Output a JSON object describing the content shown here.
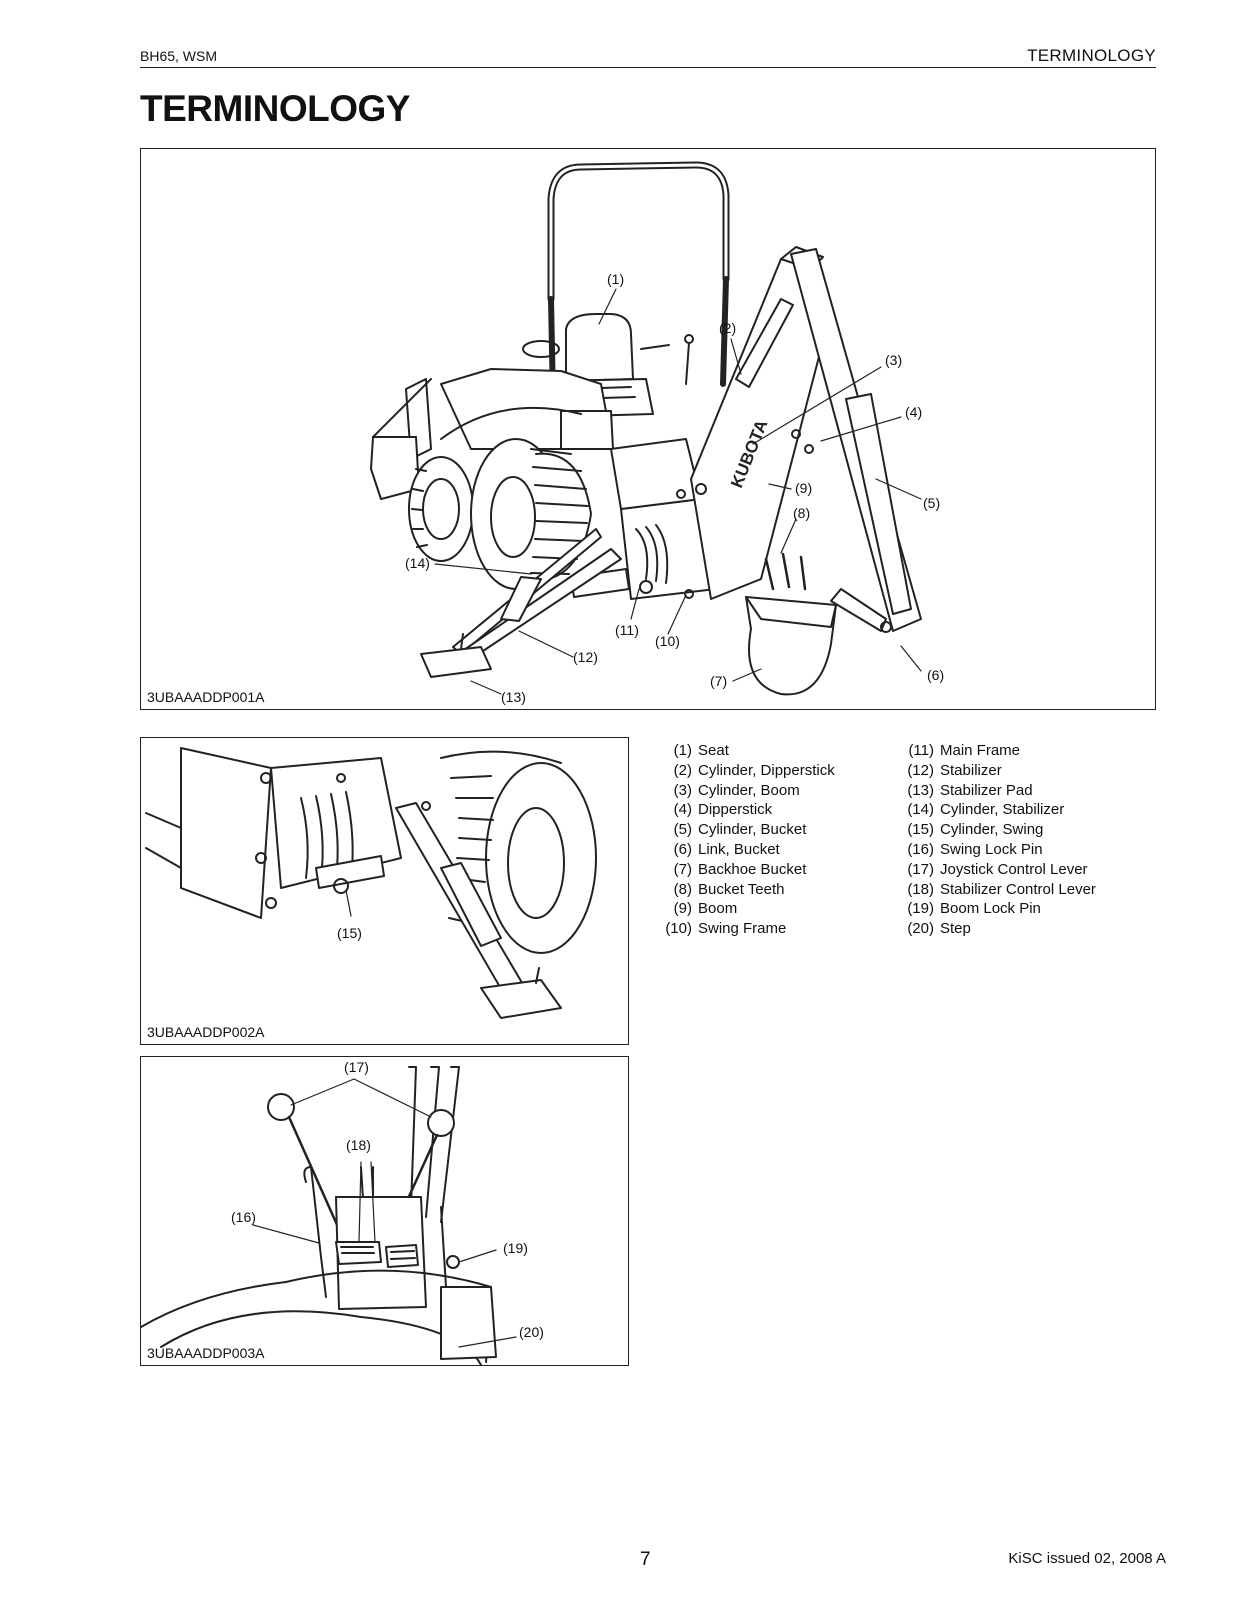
{
  "header": {
    "left": "BH65, WSM",
    "right": "TERMINOLOGY"
  },
  "title": "TERMINOLOGY",
  "figures": [
    {
      "id": "3UBAAADDP001A",
      "callouts": [
        "(1)",
        "(2)",
        "(3)",
        "(4)",
        "(5)",
        "(6)",
        "(7)",
        "(8)",
        "(9)",
        "(10)",
        "(11)",
        "(12)",
        "(13)",
        "(14)"
      ],
      "decal": "KUBOTA"
    },
    {
      "id": "3UBAAADDP002A",
      "callouts": [
        "(15)"
      ]
    },
    {
      "id": "3UBAAADDP003A",
      "callouts": [
        "(16)",
        "(17)",
        "(18)",
        "(19)",
        "(20)"
      ]
    }
  ],
  "legend": {
    "left": [
      {
        "num": "(1)",
        "label": "Seat"
      },
      {
        "num": "(2)",
        "label": "Cylinder, Dipperstick"
      },
      {
        "num": "(3)",
        "label": "Cylinder, Boom"
      },
      {
        "num": "(4)",
        "label": "Dipperstick"
      },
      {
        "num": "(5)",
        "label": "Cylinder, Bucket"
      },
      {
        "num": "(6)",
        "label": "Link, Bucket"
      },
      {
        "num": "(7)",
        "label": "Backhoe Bucket"
      },
      {
        "num": "(8)",
        "label": "Bucket Teeth"
      },
      {
        "num": "(9)",
        "label": "Boom"
      },
      {
        "num": "(10)",
        "label": "Swing Frame"
      }
    ],
    "right": [
      {
        "num": "(11)",
        "label": "Main Frame"
      },
      {
        "num": "(12)",
        "label": "Stabilizer"
      },
      {
        "num": "(13)",
        "label": "Stabilizer Pad"
      },
      {
        "num": "(14)",
        "label": "Cylinder, Stabilizer"
      },
      {
        "num": "(15)",
        "label": "Cylinder, Swing"
      },
      {
        "num": "(16)",
        "label": "Swing Lock Pin"
      },
      {
        "num": "(17)",
        "label": "Joystick Control Lever"
      },
      {
        "num": "(18)",
        "label": "Stabilizer Control Lever"
      },
      {
        "num": "(19)",
        "label": "Boom Lock Pin"
      },
      {
        "num": "(20)",
        "label": "Step"
      }
    ]
  },
  "footer": {
    "page": "7",
    "issue": "KiSC issued 02, 2008 A"
  }
}
